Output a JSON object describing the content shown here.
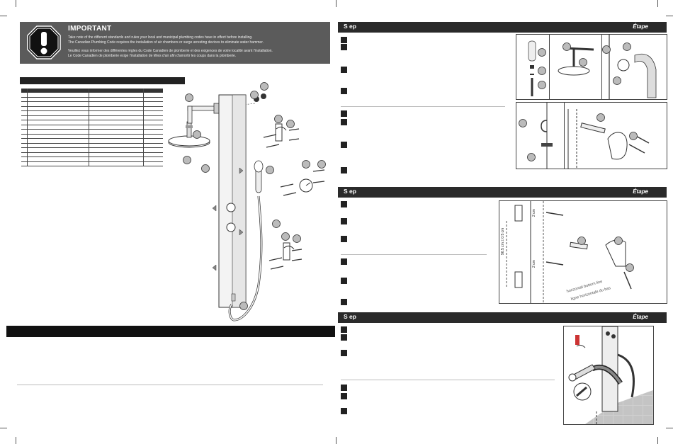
{
  "important": {
    "title": "IMPORTANT",
    "line1": "Take note of the different standards and rules your local and municipal plumbing codes have in effect before installing.",
    "line2": "The Canadian Plumbing Code requires the installation of air chambers or surge arresting devices to eliminate water hammer.",
    "line3": "Veuillez vous informer des différentes règles du Code Canadien de plomberie et des exigences de votre localité avant l'installation.",
    "line4": "Le Code Canadien de plomberie exige l'installation de têtes d'air afin d'amortir les coups dans la plomberie."
  },
  "steps": [
    {
      "label": "S  ep",
      "label_fr": "Étape"
    },
    {
      "label": "S  ep",
      "label_fr": "Étape"
    },
    {
      "label": "S  ep",
      "label_fr": "Étape"
    }
  ],
  "step2_diagram": {
    "dimension_label": "96.5 cm ± 0.5 cm",
    "small_dim_top": "2 cm",
    "small_dim_bottom": "2 cm",
    "horizontal_line_en": "horizontal bottom line",
    "horizontal_line_fr": "ligne horizontale du bas"
  },
  "colors": {
    "dark_bar": "#2a2a2a",
    "important_bg": "#5b5b5b",
    "callout": "#bbbbbb"
  }
}
